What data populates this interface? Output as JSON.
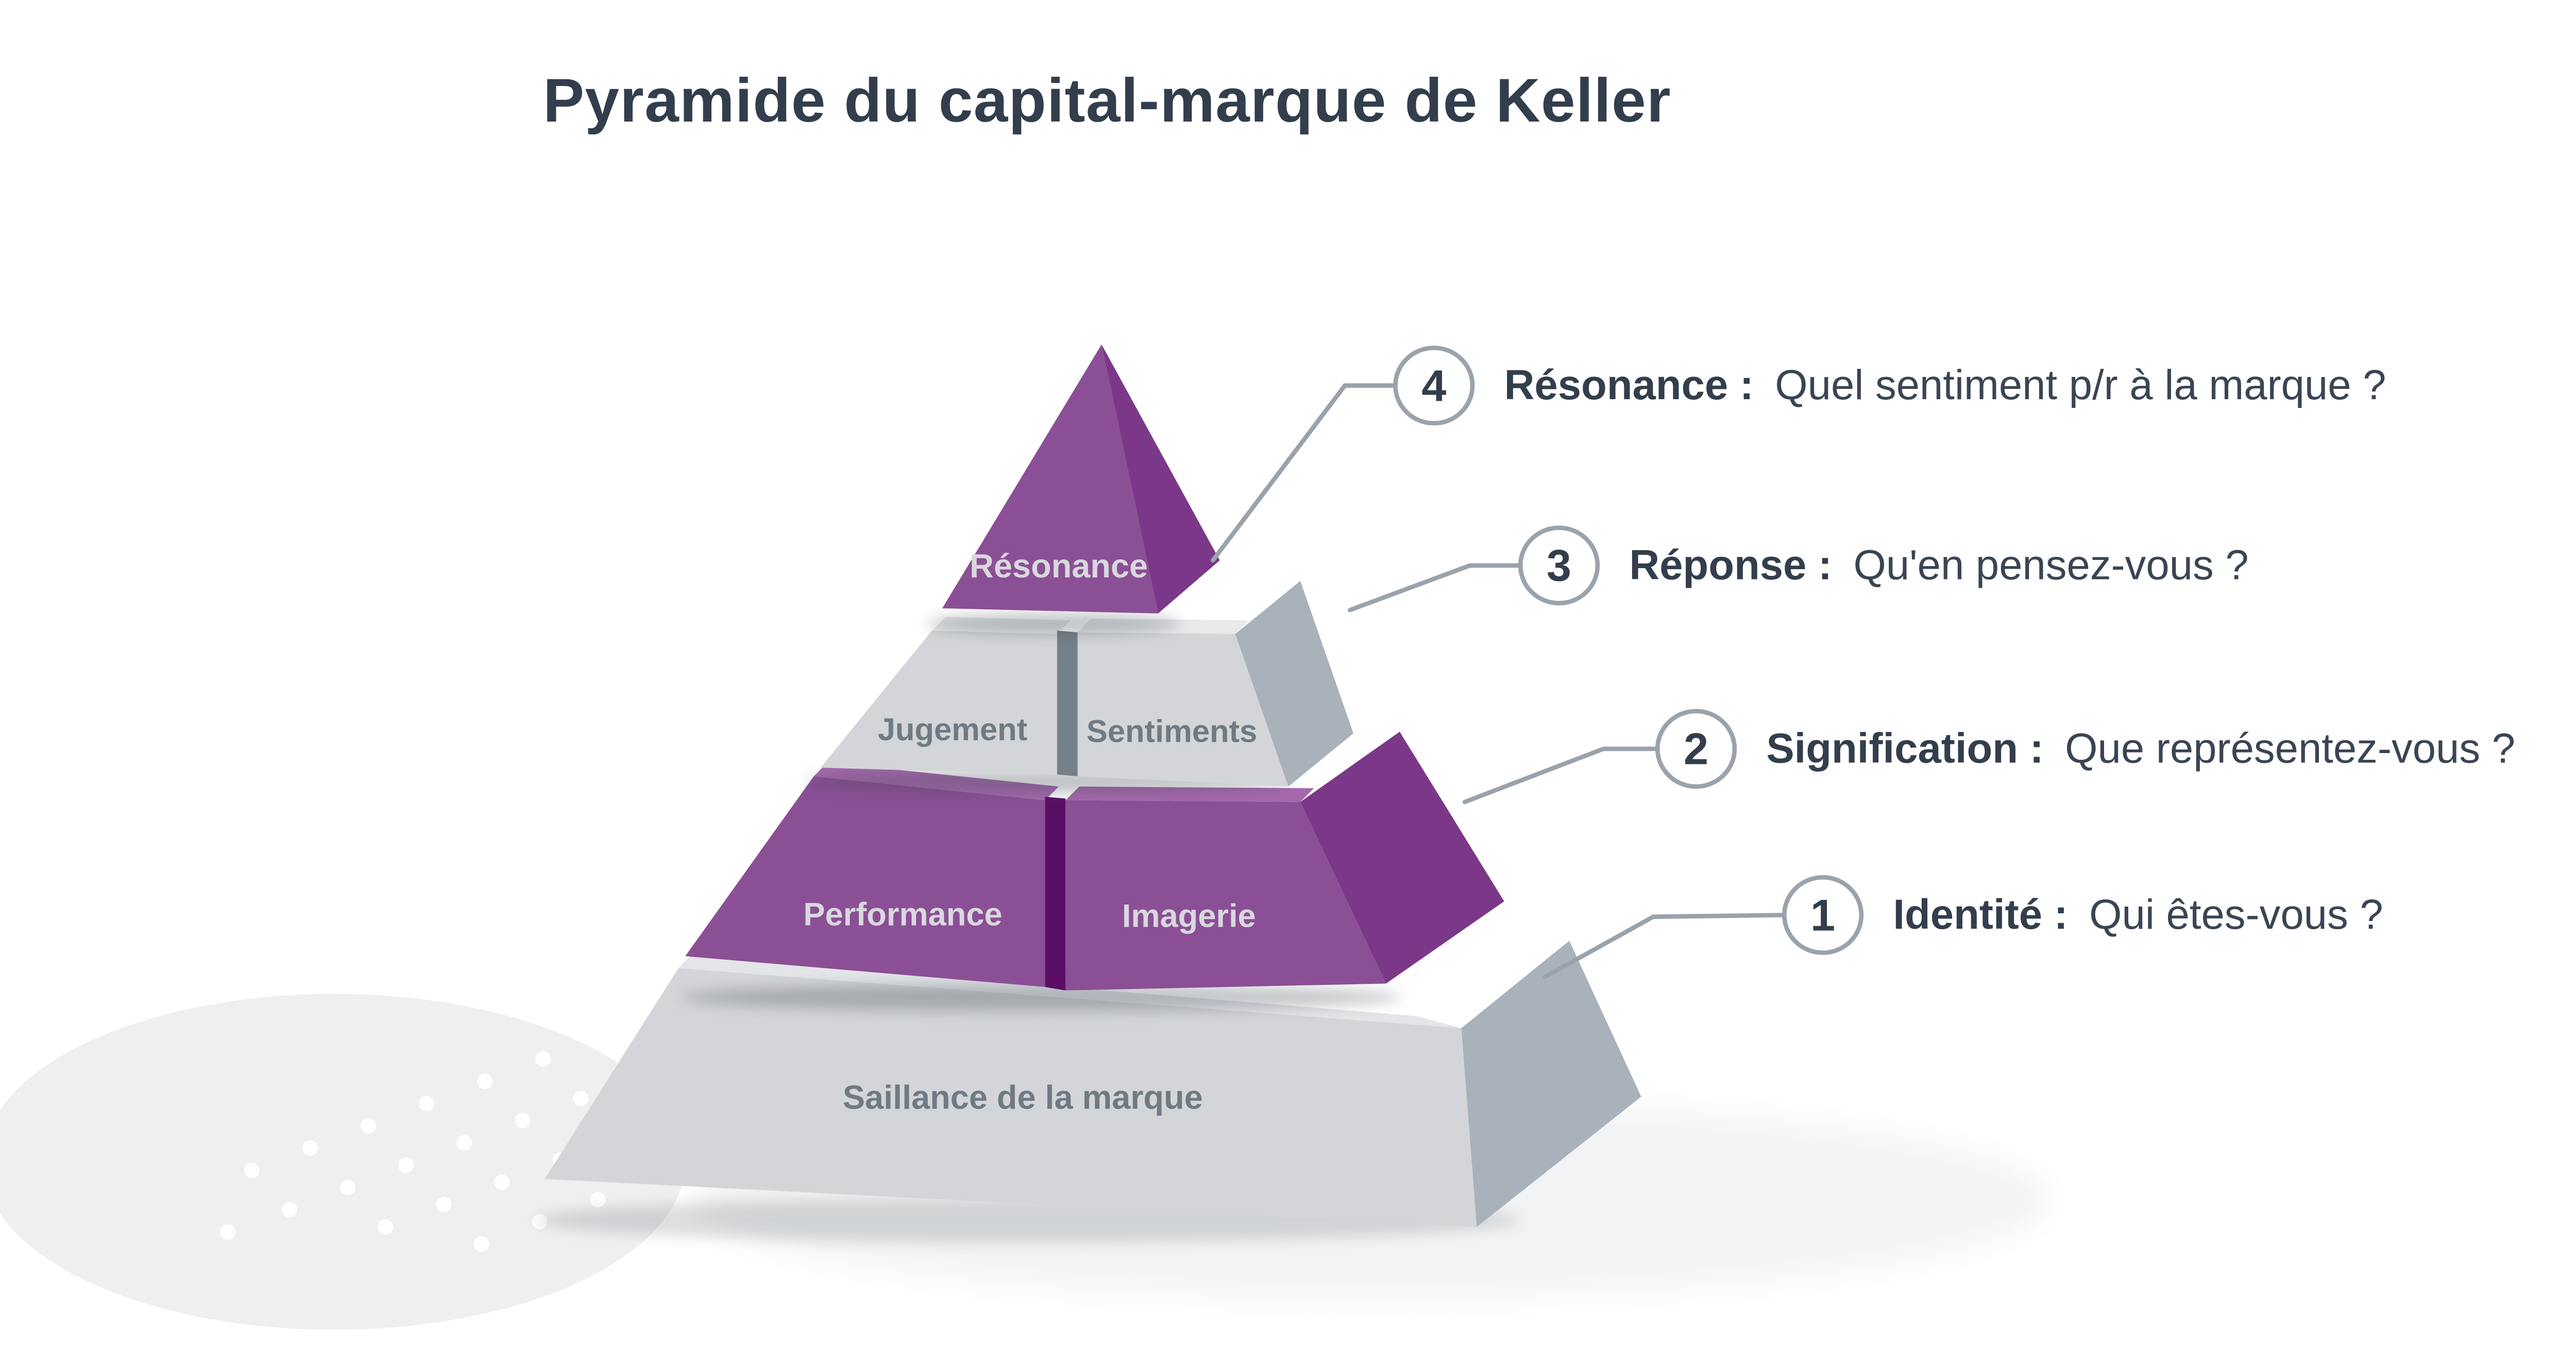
{
  "title": "Pyramide du capital-marque de Keller",
  "pyramid": {
    "levels": [
      {
        "id": "resonance",
        "label": "Résonance"
      },
      {
        "id": "jugement",
        "label": "Jugement"
      },
      {
        "id": "sentiments",
        "label": "Sentiments"
      },
      {
        "id": "performance",
        "label": "Performance"
      },
      {
        "id": "imagerie",
        "label": "Imagerie"
      },
      {
        "id": "saillance",
        "label": "Saillance de la marque"
      }
    ]
  },
  "callouts": [
    {
      "number": "4",
      "term": "Résonance :",
      "question": "Quel sentiment p/r à la marque ?"
    },
    {
      "number": "3",
      "term": "Réponse :",
      "question": "Qu'en pensez-vous ?"
    },
    {
      "number": "2",
      "term": "Signification :",
      "question": "Que représentez-vous ?"
    },
    {
      "number": "1",
      "term": "Identité :",
      "question": "Qui êtes-vous ?"
    }
  ],
  "colors": {
    "purple_front": "#8b4f95",
    "purple_side": "#7b3888",
    "purple_slot": "#5a0e66",
    "gray_front": "#d3d5d8",
    "gray_side": "#a9b2ba",
    "gray_slot": "#768089",
    "line": "#9aa3ab",
    "text_dark": "#333e4c"
  }
}
